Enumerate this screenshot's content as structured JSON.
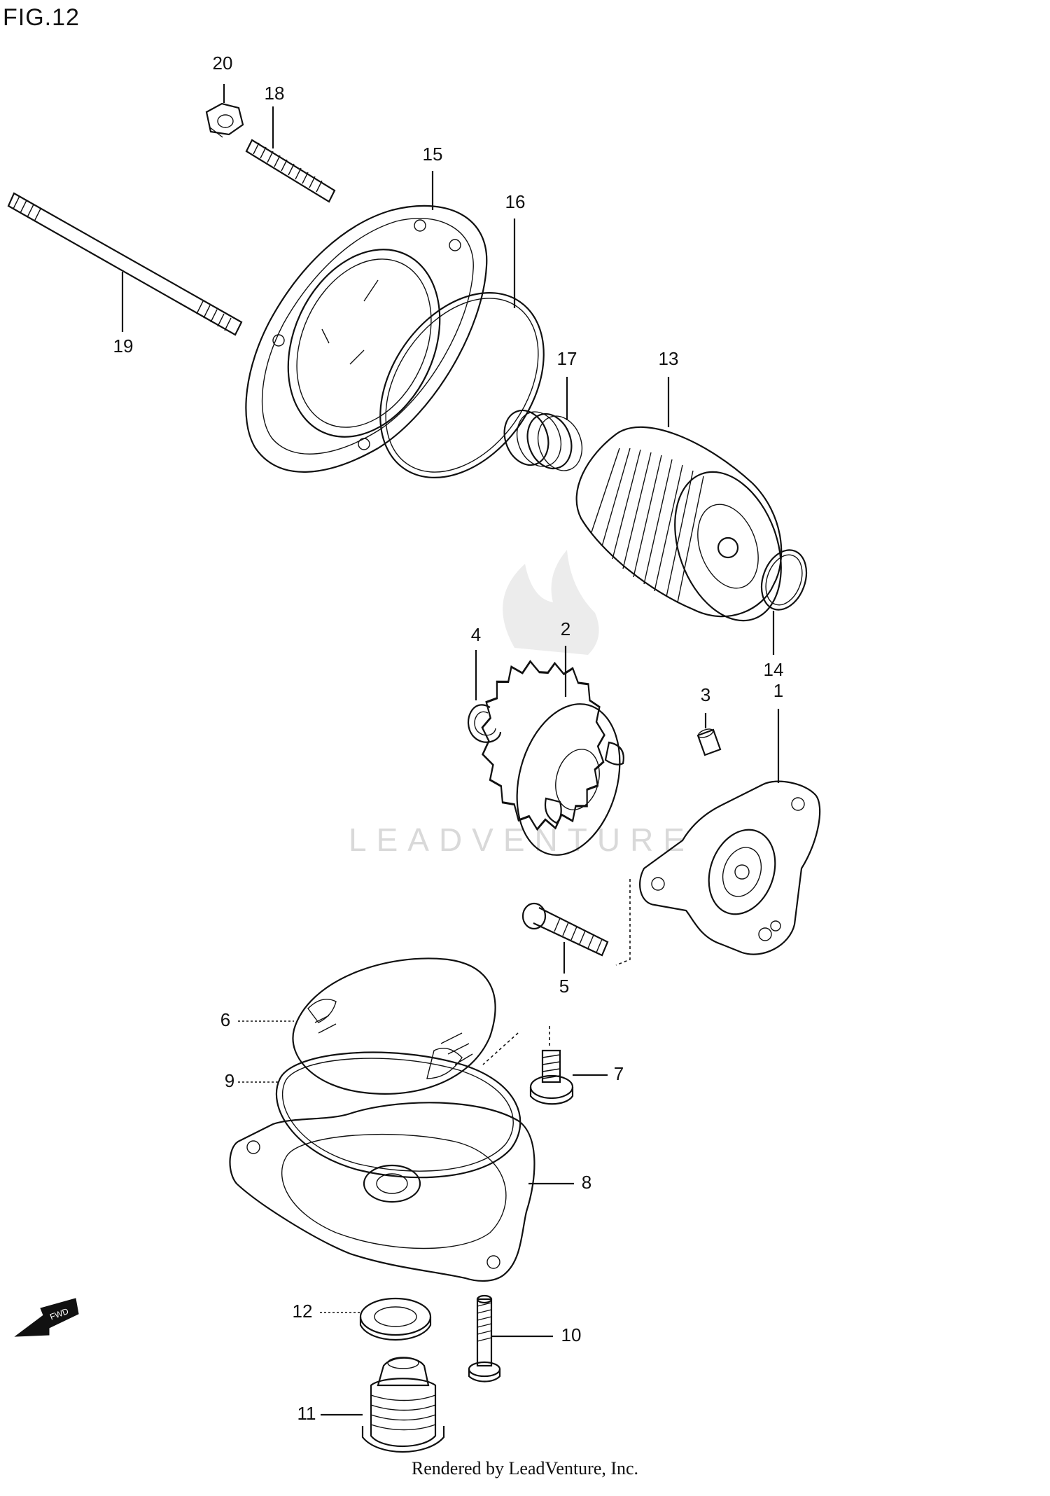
{
  "figure": {
    "title": "FIG.12"
  },
  "watermark": {
    "text": "LEADVENTURE"
  },
  "footer": {
    "text": "Rendered by LeadVenture, Inc."
  },
  "fwd_label": "FWD",
  "callouts": [
    "1",
    "2",
    "3",
    "4",
    "5",
    "6",
    "7",
    "8",
    "9",
    "10",
    "11",
    "12",
    "13",
    "14",
    "15",
    "16",
    "17",
    "18",
    "19",
    "20"
  ]
}
